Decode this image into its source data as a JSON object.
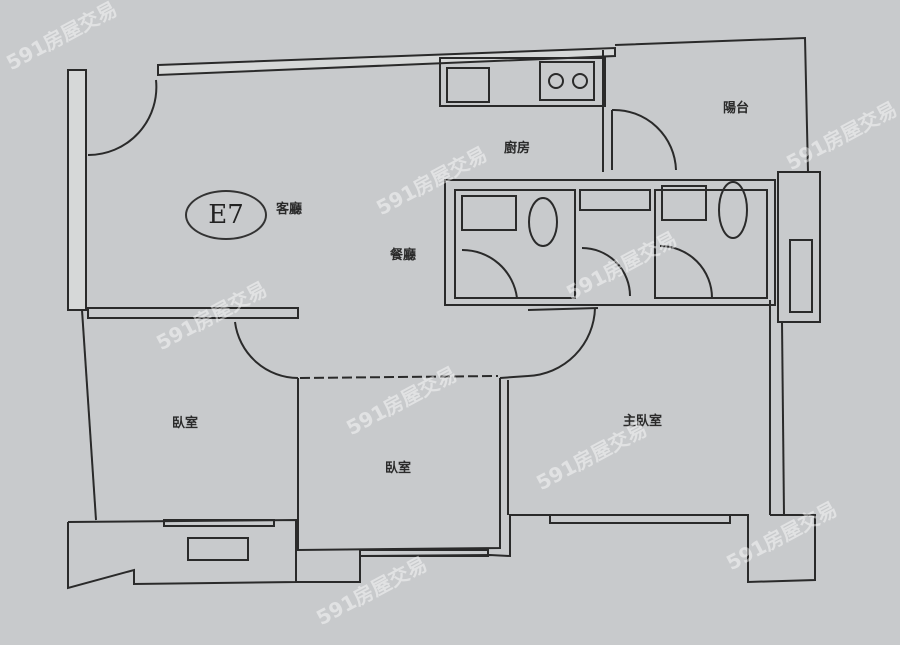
{
  "plan": {
    "unit_code": "E7",
    "rooms": {
      "living_room": "客廳",
      "dining_room": "餐廳",
      "kitchen": "廚房",
      "balcony": "陽台",
      "bedroom_left": "臥室",
      "bedroom_middle": "臥室",
      "master_bedroom": "主臥室"
    }
  },
  "watermark": "591房屋交易",
  "colors": {
    "background": "#c8cacc",
    "wall": "#2a2a2a"
  }
}
